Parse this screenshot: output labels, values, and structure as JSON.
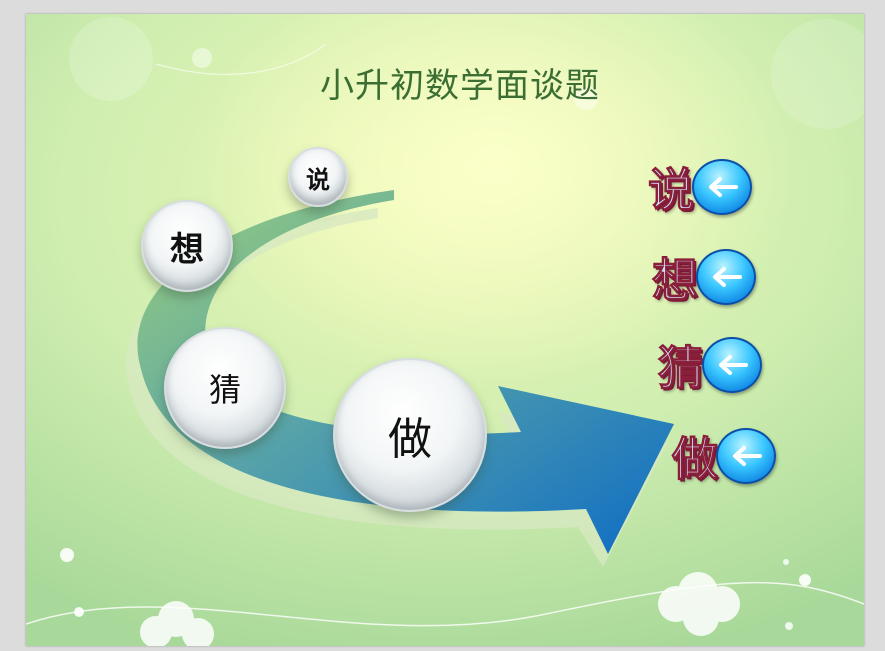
{
  "title": "小升初数学面谈题",
  "bubbles": {
    "shuo": "说",
    "xiang": "想",
    "cai": "猜",
    "zuo": "做"
  },
  "menu": [
    {
      "label": "说",
      "icon": "back-arrow-icon"
    },
    {
      "label": "想",
      "icon": "back-arrow-icon"
    },
    {
      "label": "猜",
      "icon": "back-arrow-icon"
    },
    {
      "label": "做",
      "icon": "back-arrow-icon"
    }
  ],
  "colors": {
    "title": "#3b6e33",
    "arrow": "#1f6fb0",
    "button": "#39c6ff",
    "menu_text_stroke": "#8a1f3a"
  }
}
